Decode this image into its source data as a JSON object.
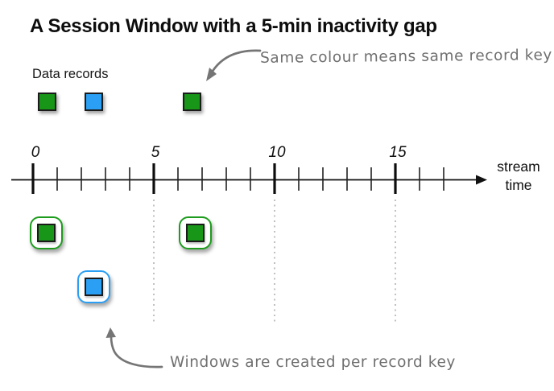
{
  "title": "A Session Window with a 5-min inactivity gap",
  "legend": {
    "label": "Data records"
  },
  "annotations": {
    "top": "Same colour means same record key",
    "bottom": "Windows are created per record key"
  },
  "axis": {
    "tick_labels": [
      "0",
      "5",
      "10",
      "15"
    ],
    "unit_label_line1": "stream",
    "unit_label_line2": "time",
    "range_units": [
      0,
      17
    ],
    "minor_tick_interval": 1,
    "major_tick_interval": 5,
    "dotted_gridlines_at": [
      5,
      10,
      15
    ]
  },
  "records": [
    {
      "color_key": "green",
      "color": "#189618",
      "time": 0.5
    },
    {
      "color_key": "blue",
      "color": "#2b9ff3",
      "time": 2.5
    },
    {
      "color_key": "green",
      "color": "#189618",
      "time": 6.5
    }
  ],
  "session_windows": [
    {
      "record_color_key": "green",
      "border_color": "#1e9c1e",
      "time": 0.5
    },
    {
      "record_color_key": "green",
      "border_color": "#1e9c1e",
      "time": 6.5
    },
    {
      "record_color_key": "blue",
      "border_color": "#2b9ff3",
      "time": 2.5
    }
  ],
  "colors": {
    "record_green": "#189618",
    "record_blue": "#2b9ff3",
    "record_border": "#1b1b1b",
    "annotation_gray": "#6f6f6f",
    "dotted_line_gray": "#b5b5b5",
    "axis_black": "#111111",
    "background": "#ffffff"
  }
}
